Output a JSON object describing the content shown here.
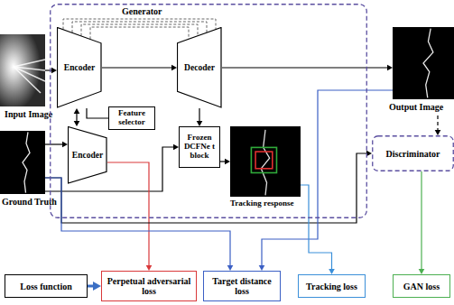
{
  "diagram": {
    "nodes": [
      {
        "text": [
          "Input Image"
        ]
      },
      {
        "text": [
          "Ground Truth"
        ]
      },
      {
        "text": [
          "Generator"
        ]
      },
      {
        "text": [
          "Encoder"
        ],
        "in": 2
      },
      {
        "text": [
          "Decoder"
        ],
        "in": 2
      },
      {
        "text": [
          "Feature selector"
        ],
        "in": 2
      },
      {
        "text": [
          "Encoder"
        ],
        "in": 2
      },
      {
        "text": [
          "Frozen DCFNe t block"
        ],
        "in": 2
      },
      {
        "text": [
          "Tracking response"
        ],
        "in": 2
      },
      {
        "text": [
          "Output Image"
        ]
      },
      {
        "text": [
          "Discriminator"
        ]
      },
      {
        "text": [
          "Loss function"
        ]
      },
      {
        "text": [
          "Perpetual adversarial loss"
        ]
      },
      {
        "text": [
          "Target distance loss"
        ]
      },
      {
        "text": [
          "Tracking loss"
        ]
      },
      {
        "text": [
          "GAN loss"
        ]
      }
    ],
    "edges": [
      {
        "from": 0,
        "to": 3,
        "arrow": "to"
      },
      {
        "from": 3,
        "to": 4,
        "arrow": "to"
      },
      {
        "from": 3,
        "to": 5,
        "arrow": "none"
      },
      {
        "from": 3,
        "to": 6,
        "arrow": "both"
      },
      {
        "from": 4,
        "to": 9,
        "arrow": "to"
      },
      {
        "from": 4,
        "to": 7,
        "arrow": "to"
      },
      {
        "from": 1,
        "to": 6,
        "arrow": "to"
      },
      {
        "from": 1,
        "to": 7,
        "arrow": "to"
      },
      {
        "from": 7,
        "to": 8,
        "arrow": "to"
      },
      {
        "from": 6,
        "to": 12,
        "arrow": "to"
      },
      {
        "from": 9,
        "to": 10,
        "arrow": "to"
      },
      {
        "from": 1,
        "to": 10,
        "arrow": "to"
      },
      {
        "from": 1,
        "to": 13,
        "arrow": "to"
      },
      {
        "from": 9,
        "to": 13,
        "arrow": "to"
      },
      {
        "from": 8,
        "to": 14,
        "arrow": "to"
      },
      {
        "from": 10,
        "to": 15,
        "arrow": "to"
      },
      {
        "from": 11,
        "to": 12,
        "arrow": "to"
      }
    ]
  }
}
